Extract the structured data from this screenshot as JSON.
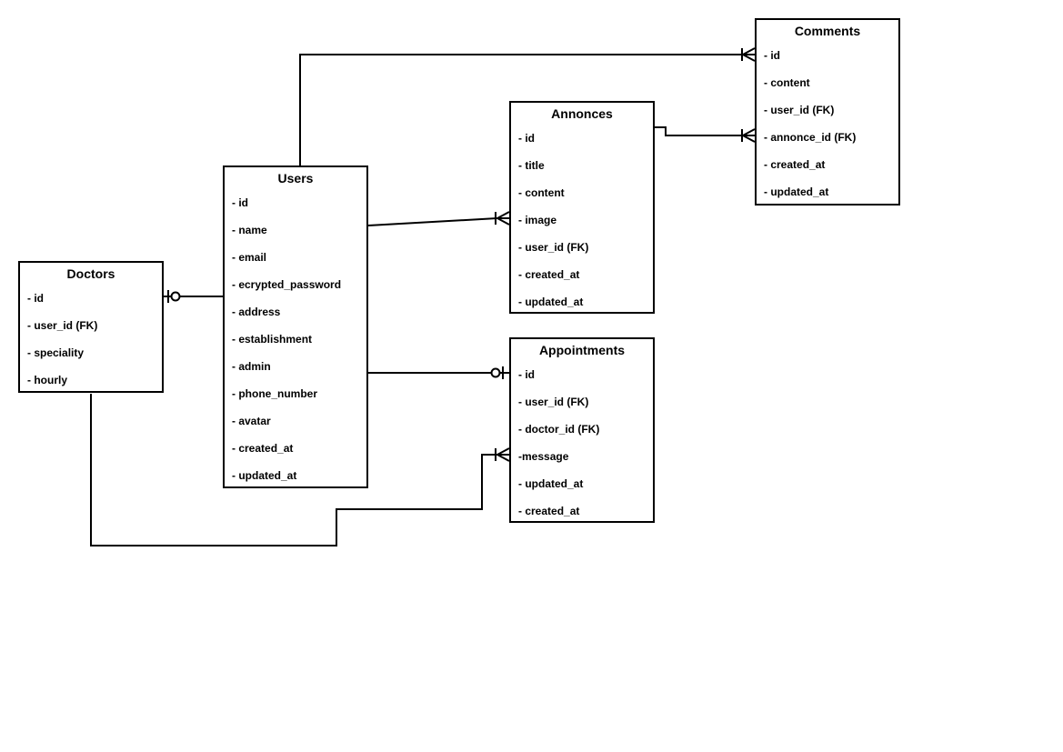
{
  "diagram": {
    "type": "entity-relationship-diagram",
    "background_color": "#ffffff",
    "line_color": "#000000",
    "text_color": "#000000",
    "entities": [
      {
        "id": "doctors",
        "title": "Doctors",
        "fields": [
          "- id",
          "- user_id (FK)",
          "- speciality",
          "- hourly"
        ]
      },
      {
        "id": "users",
        "title": "Users",
        "fields": [
          "- id",
          "- name",
          "- email",
          "- ecrypted_password",
          "- address",
          "- establishment",
          "- admin",
          "- phone_number",
          "- avatar",
          "- created_at",
          "- updated_at"
        ]
      },
      {
        "id": "annonces",
        "title": "Annonces",
        "fields": [
          "- id",
          "- title",
          "- content",
          "- image",
          "- user_id (FK)",
          "- created_at",
          "- updated_at"
        ]
      },
      {
        "id": "appointments",
        "title": "Appointments",
        "fields": [
          "- id",
          "- user_id (FK)",
          "- doctor_id (FK)",
          "-message",
          "- updated_at",
          "- created_at"
        ]
      },
      {
        "id": "comments",
        "title": "Comments",
        "fields": [
          "- id",
          "- content",
          "- user_id (FK)",
          "- annonce_id (FK)",
          "- created_at",
          "- updated_at"
        ]
      }
    ],
    "relationships": [
      {
        "from": "Users",
        "to": "Comments",
        "to_field": "- id",
        "end_marker": "one-to-many-crow-foot"
      },
      {
        "from": "Annonces",
        "to": "Comments",
        "to_field": "- annonce_id (FK)",
        "end_marker": "one-to-many-crow-foot"
      },
      {
        "from": "Users",
        "to": "Annonces",
        "to_field": "- image",
        "end_marker": "one-to-many-crow-foot"
      },
      {
        "from": "Doctors",
        "to": "Users",
        "start_marker": "zero-or-one"
      },
      {
        "from": "Users",
        "to": "Appointments",
        "to_field": "- id",
        "end_marker": "zero-or-one"
      },
      {
        "from": "Doctors",
        "to": "Appointments",
        "to_field": "-message",
        "end_marker": "one-to-many-crow-foot"
      }
    ]
  }
}
